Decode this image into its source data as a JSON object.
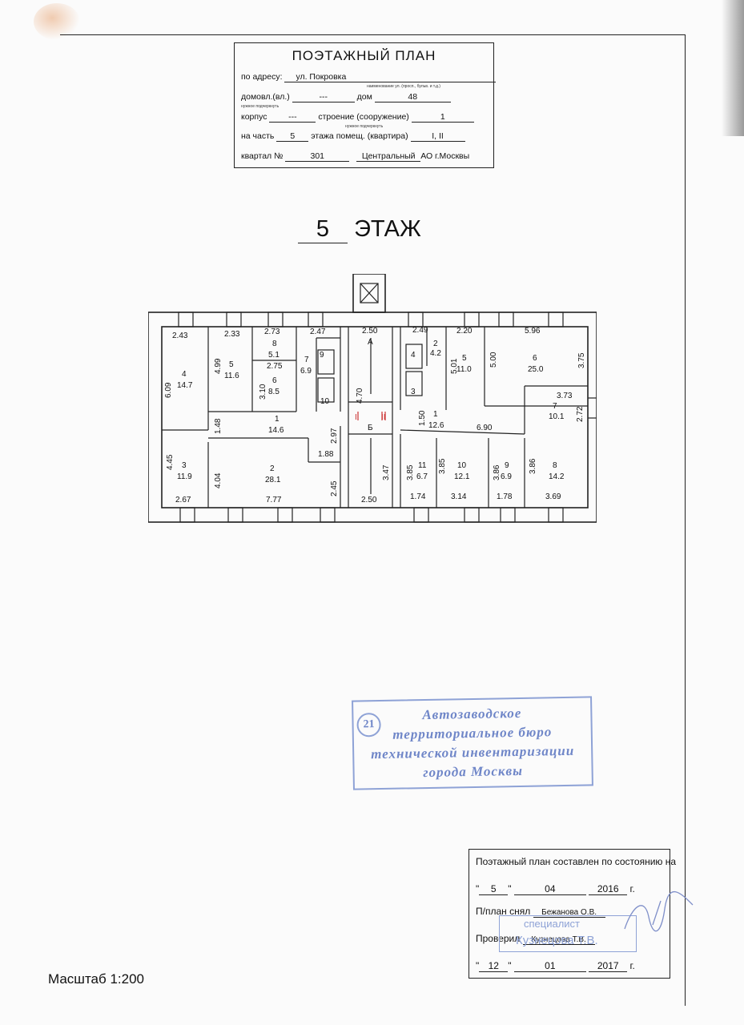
{
  "header": {
    "title": "ПОЭТАЖНЫЙ ПЛАН",
    "address_label": "по адресу:",
    "address_value": "ул. Покровка",
    "address_hint": "наименование ул. (просп., бульв. и т.д.)",
    "domovl_label": "домовл.(вл.)",
    "domovl_value": "---",
    "dom_label": "дом",
    "dom_value": "48",
    "underline_hint": "нужное подчеркнуть",
    "korpus_label": "корпус",
    "korpus_value": "---",
    "stroenie_label": "строение (сооружение)",
    "stroenie_value": "1",
    "part_label": "на часть",
    "part_value": "5",
    "floor_label": "этажа помещ. (квартира)",
    "floor_value": "I, II",
    "kvartal_label": "квартал №",
    "kvartal_value": "301",
    "district_value": "Центральный",
    "district_suffix": "АО г.Москвы"
  },
  "floor": {
    "number": "5",
    "label": "ЭТАЖ"
  },
  "plan_labels": {
    "r4": "4",
    "r4a": "14.7",
    "r5a": "5",
    "r5b": "11.6",
    "r8": "8",
    "r8a": "5.1",
    "r6": "6",
    "r6a": "8.5",
    "r7": "7",
    "r7a": "6.9",
    "r9": "9",
    "r10": "10",
    "r1": "1",
    "r1a": "14.6",
    "r3": "3",
    "r3a": "11.9",
    "r2": "2",
    "r2a": "28.1",
    "stairA": "А",
    "stairB": "Б",
    "wc4": "4",
    "wc3": "3",
    "e2": "2",
    "e2a": "4.2",
    "e5": "5",
    "e5a": "11.0",
    "e6": "6",
    "e6a": "25.0",
    "e7": "7",
    "e7a": "10.1",
    "e1": "1",
    "e1a": "12.6",
    "e11": "11",
    "e11a": "6.7",
    "e10": "10",
    "e10a": "12.1",
    "e9": "9",
    "e9a": "6.9",
    "e8": "8",
    "e8a": "14.2",
    "d243": "2.43",
    "d233": "2.33",
    "d273": "2.73",
    "d247": "2.47",
    "d250": "2.50",
    "d249": "2.49",
    "d220": "2.20",
    "d596": "5.96",
    "d609": "6.09",
    "d499": "4.99",
    "d275": "2.75",
    "d310": "3.10",
    "d470": "4.70",
    "d501": "5.01",
    "d500": "5.00",
    "d375": "3.75",
    "d373": "3.73",
    "d272": "2.72",
    "d148": "1.48",
    "d297": "2.97",
    "d150": "1.50",
    "d690": "6.90",
    "d445": "4.45",
    "d404": "4.04",
    "d188": "1.88",
    "d245": "2.45",
    "d347": "3.47",
    "d385a": "3.85",
    "d385b": "3.85",
    "d386a": "3.86",
    "d386b": "3.86",
    "d267": "2.67",
    "d777": "7.77",
    "d250b": "2.50",
    "d174": "1.74",
    "d314": "3.14",
    "d178": "1.78",
    "d369": "3.69",
    "roman1": "I",
    "roman2": "II"
  },
  "stamp": {
    "number": "21",
    "line1": "Автозаводское",
    "line2": "территориальное бюро",
    "line3": "технической инвентаризации",
    "line4": "города Москвы"
  },
  "info": {
    "state_label": "Поэтажный план составлен по состоянию на",
    "date1_day": "5",
    "date1_month": "04",
    "date1_year": "2016",
    "year_suffix": "г.",
    "drawn_label": "П/план снял",
    "drawn_value": "Бежанова О.В.",
    "checked_label": "Проверил",
    "checked_value": "Кузнецова Т.В.",
    "date2_day": "12",
    "date2_month": "01",
    "date2_year": "2017",
    "stamp_line1": "специалист",
    "stamp_line2": "Кузнецова Т.В."
  },
  "scale": "Масштаб 1:200"
}
